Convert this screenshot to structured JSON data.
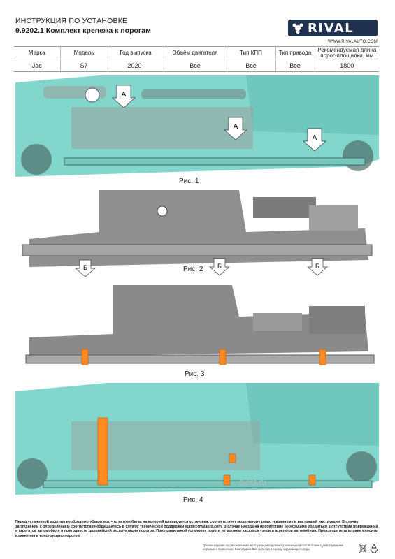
{
  "header": {
    "title": "ИНСТРУКЦИЯ ПО УСТАНОВКЕ",
    "subtitle": "9.9202.1 Комплект крепежа к порогам",
    "brand": "RIVAL",
    "website": "WWW.RIVALAUTO.COM"
  },
  "spec_table": {
    "headers": [
      "Марка",
      "Модель",
      "Год выпуска",
      "Объём двигателя",
      "Тип КПП",
      "Тип привода",
      "Рекомендуемая длина порог-площадки, мм"
    ],
    "values": [
      "Jac",
      "S7",
      "2020-",
      "Все",
      "Все",
      "Все",
      "1800"
    ]
  },
  "figures": [
    {
      "caption": "Рис. 1",
      "markers": [
        "А",
        "А",
        "А"
      ]
    },
    {
      "caption": "Рис. 2",
      "markers": [
        "Б",
        "Б",
        "Б"
      ]
    },
    {
      "caption": "Рис. 3"
    },
    {
      "caption": "Рис. 4"
    }
  ],
  "watermark": "exist.ru",
  "footer": {
    "warning": "Перед установкой изделия необходимо убедиться, что автомобиль, на который планируется установка, соответствует модельному ряду, указанному в настоящей инструкции. В случае затруднений с определением соответствия обращайтесь в службу технической поддержки supp@rivalauto.com. В случае наезда на препятствие необходимо убедиться в отсутствии повреждений и агрегатов автомобиля и пригодности дальнейшей эксплуатации порогов. При правильной установке пороги не должны касаться узлов и агрегатов автомобиля. Производитель вправе вносить изменения в конструкцию порогов.",
    "disposal_note": "Данное изделие после окончания эксплуатации подлежит утилизации в соответствии с действующими нормами и правилами. Благодарим Вас за вклад в охрану окружающей среды",
    "icons": [
      "crossed-bin-icon",
      "recycle-icon"
    ]
  },
  "colors": {
    "underbody": "#83d6cc",
    "metal_gray": "#8f8f8f",
    "bracket": "#ff8a22",
    "logo_bg": "#20304f"
  }
}
